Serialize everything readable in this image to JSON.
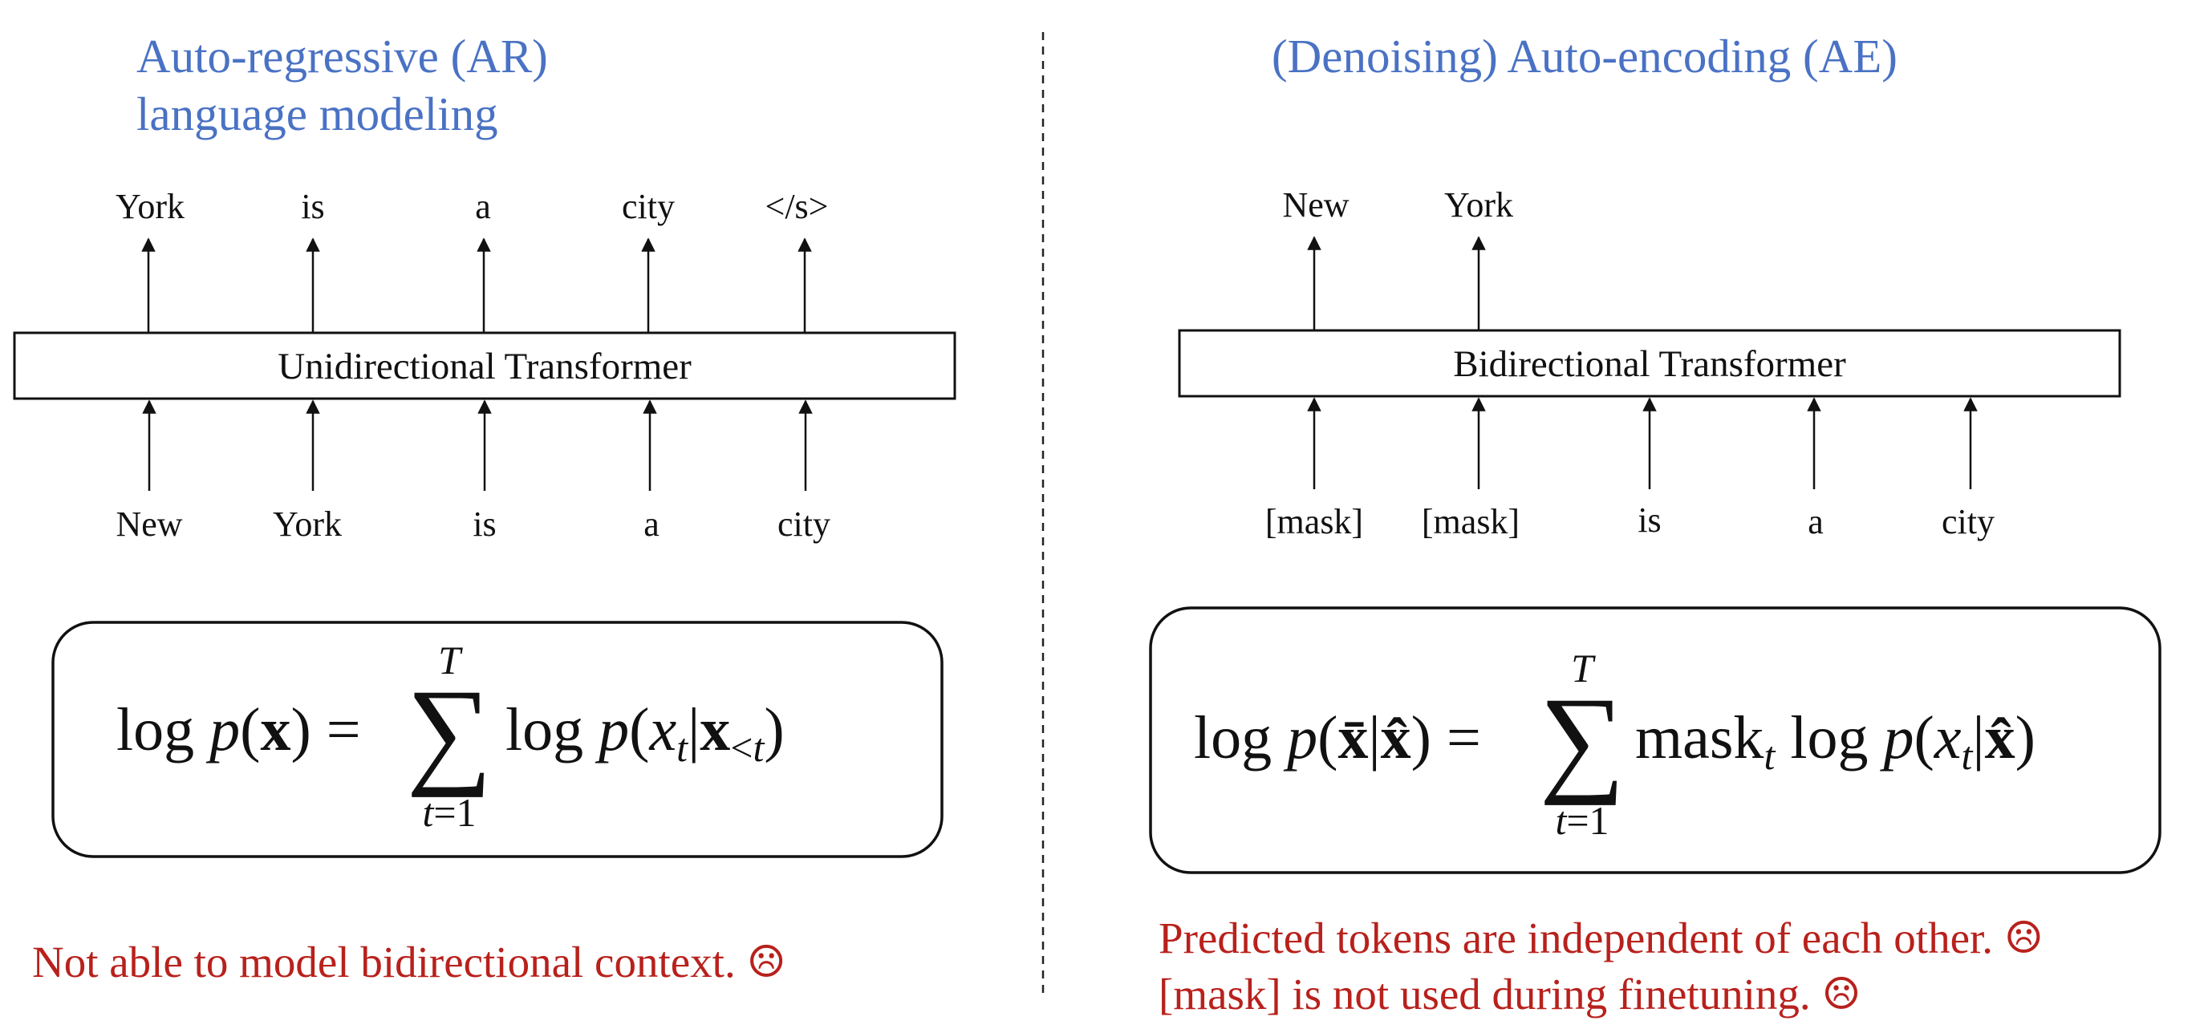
{
  "left": {
    "title_line1": "Auto-regressive (AR)",
    "title_line2": "language modeling",
    "output_tokens": [
      "York",
      "is",
      "a",
      "city",
      "</s>"
    ],
    "box_label": "Unidirectional Transformer",
    "input_tokens": [
      "New",
      "York",
      "is",
      "a",
      "city"
    ],
    "formula": {
      "lhs": "log p(x) =",
      "sum_top": "T",
      "sum_bottom": "t=1",
      "rhs": "log p(x_t | x_<t)"
    },
    "note": "Not able to model bidirectional context. ☹"
  },
  "right": {
    "title": "(Denoising) Auto-encoding (AE)",
    "output_tokens": [
      "New",
      "York"
    ],
    "box_label": "Bidirectional Transformer",
    "input_tokens": [
      "[mask]",
      "[mask]",
      "is",
      "a",
      "city"
    ],
    "formula": {
      "lhs": "log p(x̄|x̂) =",
      "sum_top": "T",
      "sum_bottom": "t=1",
      "rhs": "mask_t log p(x_t | x̂)"
    },
    "note_line1": "Predicted tokens are independent of each other. ☹",
    "note_line2": "[mask] is not used during finetuning. ☹"
  },
  "colors": {
    "title": "#4a72c4",
    "note": "#b8211c",
    "line": "#111111"
  }
}
